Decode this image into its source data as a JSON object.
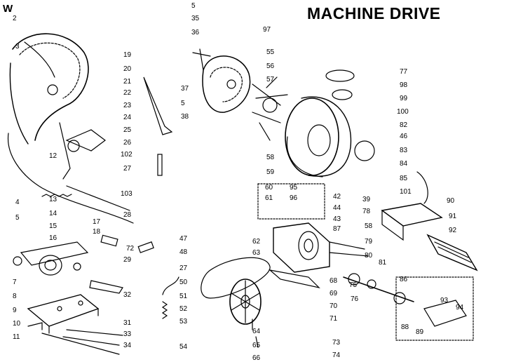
{
  "header": {
    "title": "MACHINE DRIVE",
    "corner_mark": "W"
  },
  "callouts": {
    "c5a": "5",
    "c35": "35",
    "c36": "36",
    "c97": "97",
    "c55": "55",
    "c56": "56",
    "c57": "57",
    "c37": "37",
    "c5b": "5",
    "c38": "38",
    "c19": "19",
    "c20": "20",
    "c21": "21",
    "c22": "22",
    "c23": "23",
    "c24": "24",
    "c25": "25",
    "c26": "26",
    "c102": "102",
    "c12": "12",
    "c27a": "27",
    "c103": "103",
    "c4": "4",
    "c13": "13",
    "c14": "14",
    "c15": "15",
    "c16": "16",
    "c5c": "5",
    "c28": "28",
    "c17": "17",
    "c18": "18",
    "c72": "72",
    "c29": "29",
    "c47": "47",
    "c48": "48",
    "c27b": "27",
    "c50": "50",
    "c51": "51",
    "c52": "52",
    "c53": "53",
    "c54": "54",
    "c64": "64",
    "c65": "65",
    "c66": "66",
    "c7": "7",
    "c8": "8",
    "c9": "9",
    "c10": "10",
    "c11": "11",
    "c32": "32",
    "c31": "31",
    "c33": "33",
    "c34": "34",
    "c77": "77",
    "c98": "98",
    "c99": "99",
    "c100": "100",
    "c82": "82",
    "c46": "46",
    "c83": "83",
    "c84": "84",
    "c85": "85",
    "c101": "101",
    "c90": "90",
    "c91": "91",
    "c92": "92",
    "c58a": "58",
    "c59": "59",
    "c60": "60",
    "c95": "95",
    "c61": "61",
    "c96": "96",
    "c42": "42",
    "c39": "39",
    "c78": "78",
    "c44": "44",
    "c43": "43",
    "c87": "87",
    "c58b": "58",
    "c62": "62",
    "c63": "63",
    "c79": "79",
    "c80": "80",
    "c81": "81",
    "c68": "68",
    "c69": "69",
    "c70": "70",
    "c71": "71",
    "c75": "75",
    "c76": "76",
    "c86": "86",
    "c93": "93",
    "c94": "94",
    "c88": "88",
    "c89": "89",
    "c73": "73",
    "c74": "74",
    "c2": "2",
    "c3": "3"
  }
}
